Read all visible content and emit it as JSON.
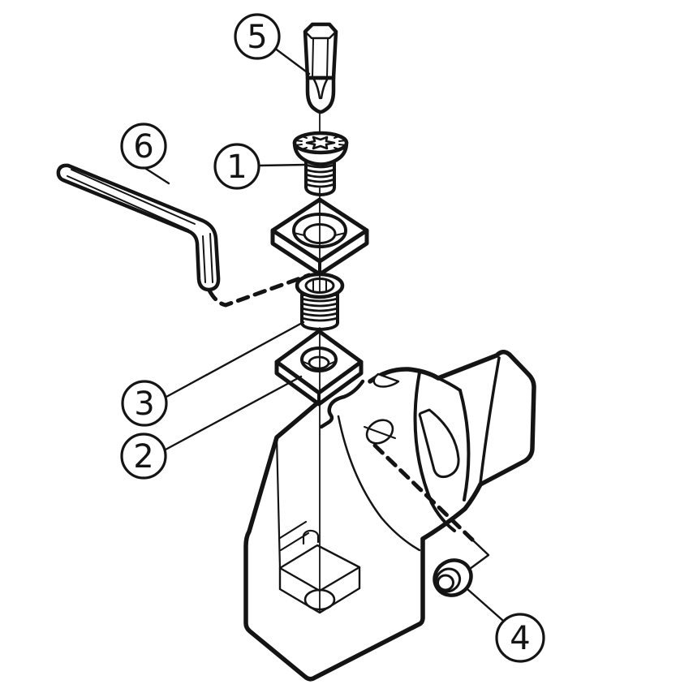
{
  "diagram": {
    "kind": "exploded-assembly-line-drawing",
    "background_color": "#ffffff",
    "line_color": "#141414",
    "callouts": [
      {
        "label": "1"
      },
      {
        "label": "2"
      },
      {
        "label": "3"
      },
      {
        "label": "4"
      },
      {
        "label": "5"
      },
      {
        "label": "6"
      }
    ]
  }
}
